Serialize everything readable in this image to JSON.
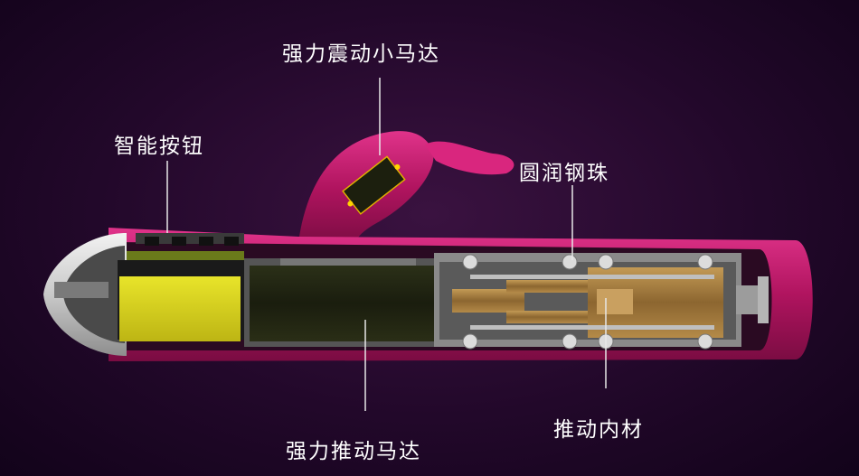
{
  "labels": {
    "vibration_motor": "强力震动小马达",
    "smart_button": "智能按钮",
    "steel_ball": "圆润钢珠",
    "thrust_motor": "强力推动马达",
    "thrust_inner": "推动内材"
  },
  "colors": {
    "background": "#22082a",
    "shell": "#c2186f",
    "cap": "#d8d8d8",
    "housing_gray": "#9a9a9a",
    "motor_body": "#1f2312",
    "battery": "#d6d11c",
    "brass": "#a07a3c",
    "label_text": "#ffffff",
    "leader_line": "#e8e8e8"
  }
}
